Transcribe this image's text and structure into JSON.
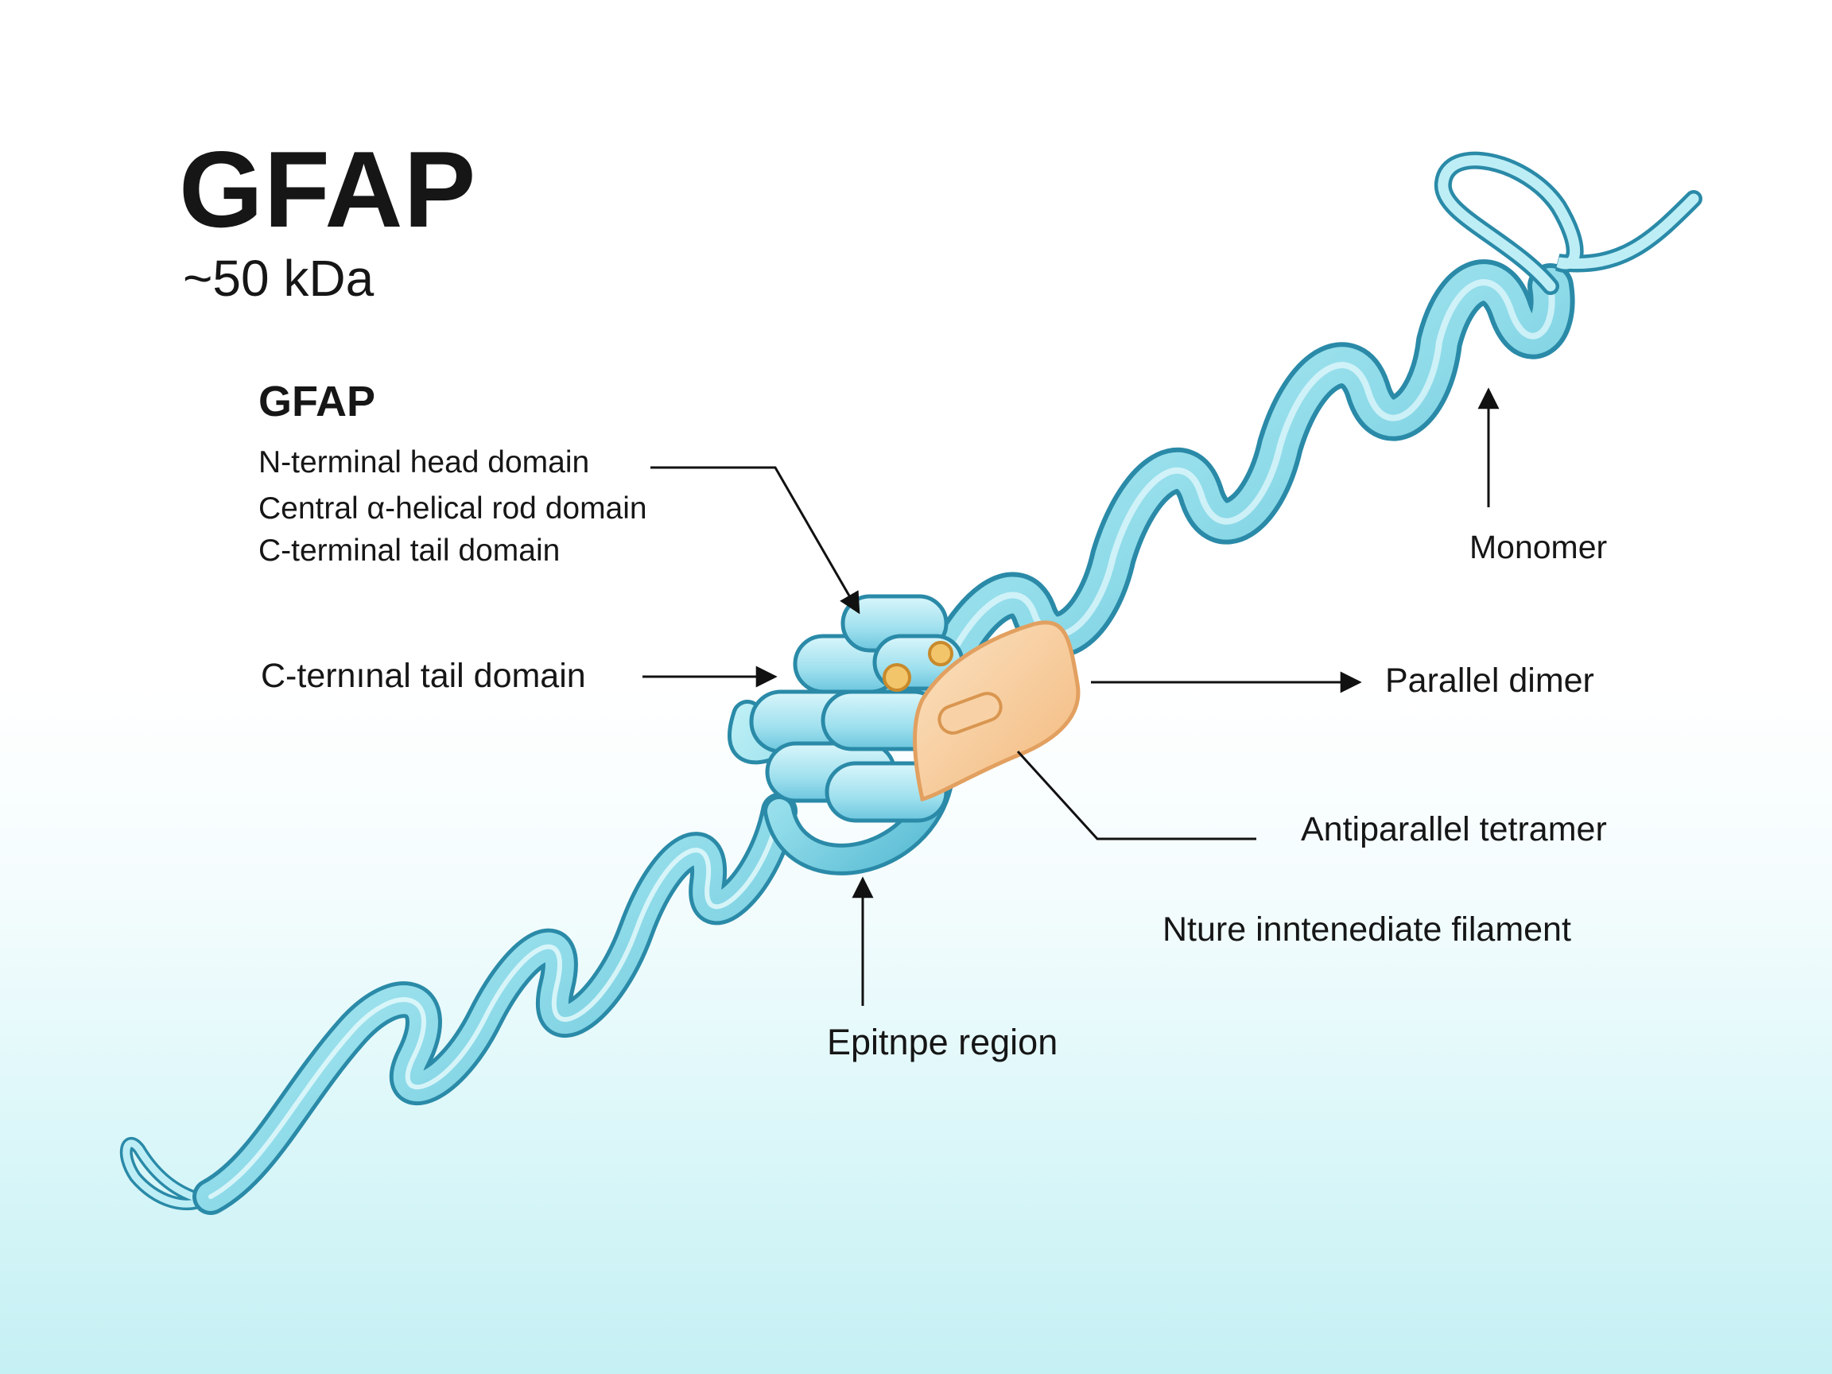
{
  "header": {
    "title": "GFAP",
    "mass": "~50 kDa"
  },
  "legend": {
    "title": "GFAP",
    "items": [
      "N-terminal head domain",
      "Central α-helical rod domain",
      "C-terminal tail domain"
    ]
  },
  "callouts": {
    "tail_domain": "C-ternınal tail domain",
    "monomer": "Monomer",
    "parallel_dimer": "Parallel dimer",
    "antiparallel_tetramer": "Antiparallel tetramer",
    "mature_filament": "Nture inntenediate filament",
    "epitope_region": "Epitnpe region"
  },
  "colors": {
    "ribbon_light": "#a9e6f0",
    "ribbon_mid": "#7fd1e2",
    "ribbon_dark": "#3ea9c4",
    "outline": "#2a8aa8",
    "epitope": "#f6c997",
    "epitope_outline": "#e2a060",
    "marker": "#f2c56a"
  }
}
